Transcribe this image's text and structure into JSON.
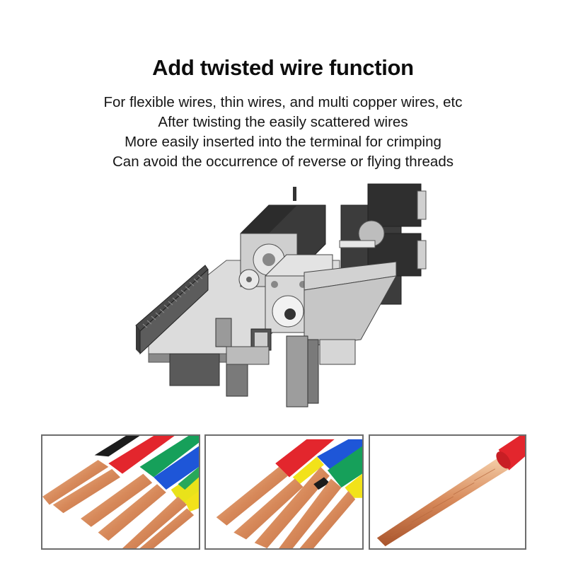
{
  "header": {
    "title": "Add twisted wire function"
  },
  "description": {
    "lines": [
      "For flexible wires, thin wires, and multi copper wires, etc",
      "After twisting the easily scattered wires",
      "More easily inserted into the terminal for crimping",
      "Can avoid the occurrence of reverse or flying threads"
    ]
  },
  "illustration": {
    "subject": "wire twisting module with stepper motors and gear rack"
  },
  "photos": [
    {
      "subject": "stripped multi-strand copper wires with black, red, green, blue and yellow-green insulation"
    },
    {
      "subject": "stripped copper wires with red, yellow, blue, green and black insulation"
    },
    {
      "subject": "single twisted copper wire with red insulation"
    }
  ],
  "colors": {
    "copper": "#d7895a",
    "copper_light": "#f2c29b",
    "red": "#e3262d",
    "green": "#16a05a",
    "blue": "#1e56d8",
    "yellow": "#f2e21a",
    "black": "#1c1c1c",
    "frame": "#6d6d6d"
  }
}
